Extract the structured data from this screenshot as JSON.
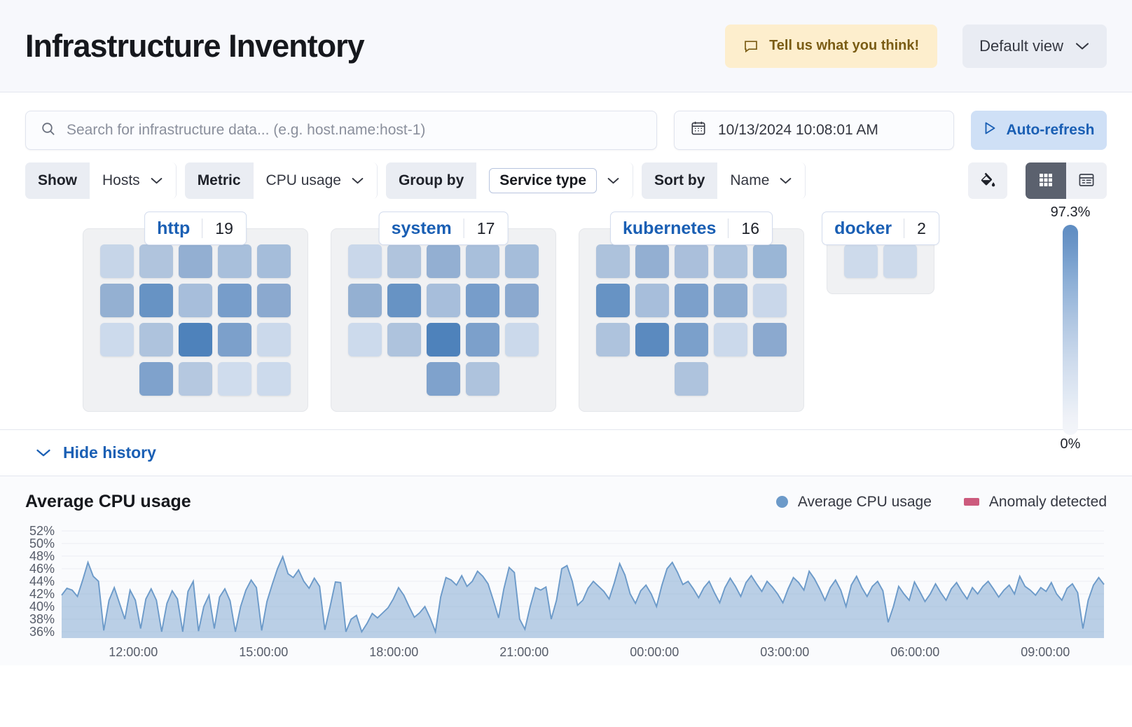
{
  "header": {
    "title": "Infrastructure Inventory",
    "feedback_label": "Tell us what you think!",
    "feedback_icon": "comment-icon",
    "view_label": "Default view",
    "view_icon": "chevron-down-icon"
  },
  "search": {
    "placeholder": "Search for infrastructure data... (e.g. host.name:host-1)",
    "value": "",
    "icon": "search-icon"
  },
  "datepicker": {
    "value": "10/13/2024 10:08:01 AM",
    "icon": "calendar-icon"
  },
  "autorefresh": {
    "label": "Auto-refresh",
    "icon": "play-icon"
  },
  "filters": [
    {
      "label": "Show",
      "value": "Hosts",
      "boxed": false
    },
    {
      "label": "Metric",
      "value": "CPU usage",
      "boxed": false
    },
    {
      "label": "Group by",
      "value": "Service type",
      "boxed": true
    },
    {
      "label": "Sort by",
      "value": "Name",
      "boxed": false
    }
  ],
  "toolbar": {
    "palette_icon": "color-fill-icon",
    "grid_view_icon": "grid-view-icon",
    "table_view_icon": "table-view-icon",
    "active_view": "grid"
  },
  "legend_scale": {
    "max_label": "97.3%",
    "min_label": "0%",
    "color_high": "#5e8cc2",
    "color_low": "#f4f6fa"
  },
  "history": {
    "toggle_label": "Hide history",
    "toggle_icon": "chevron-down-icon"
  },
  "groups": [
    {
      "name": "http",
      "count": "19",
      "rows": [
        [
          "#c6d5e8",
          "#b0c4dd",
          "#93afd2",
          "#a8bfdb",
          "#a5bdda"
        ],
        [
          "#94b0d2",
          "#6793c4",
          "#a7bedb",
          "#779dca",
          "#8ba9cf"
        ],
        [
          "#ccdaec",
          "#aec3dd",
          "#4e82bb",
          "#7ca0cb",
          "#cbd9eb"
        ],
        [
          null,
          "#7fa2cc",
          "#b5c8e0",
          "#cfdced",
          "#ccdaec"
        ]
      ]
    },
    {
      "name": "system",
      "count": "17",
      "rows": [
        [
          "#c9d7ea",
          "#b0c4dd",
          "#93afd2",
          "#a8bfdb",
          "#a5bdda"
        ],
        [
          "#94b0d2",
          "#6793c4",
          "#a7bedb",
          "#779dca",
          "#8ba9cf"
        ],
        [
          "#ccdaec",
          "#aec3dd",
          "#4e82bb",
          "#7ca0cb",
          "#cbd9eb"
        ],
        [
          null,
          null,
          "#7fa2cc",
          "#aec3dd",
          null
        ]
      ]
    },
    {
      "name": "kubernetes",
      "count": "16",
      "rows": [
        [
          "#adc2dc",
          "#93afd2",
          "#aabfdb",
          "#afc4de",
          "#9ab6d6"
        ],
        [
          "#6793c4",
          "#a7bedb",
          "#7ca0cb",
          "#8fadd1",
          "#c9d7ea"
        ],
        [
          "#aec3dd",
          "#5b8abf",
          "#7ba0cb",
          "#cbd9eb",
          "#8ba9cf"
        ],
        [
          null,
          null,
          "#aec3dd",
          null,
          null
        ]
      ]
    },
    {
      "name": "docker",
      "count": "2",
      "rows": [
        [
          "#cddaeb",
          "#cddaeb"
        ]
      ]
    }
  ],
  "chart_data": {
    "type": "area",
    "title": "Average CPU usage",
    "xlabel": "",
    "ylabel": "",
    "ylim": [
      35,
      53
    ],
    "grid": true,
    "legend_position": "top-right",
    "legend": [
      {
        "name": "Average CPU usage",
        "color": "#6c9ac9",
        "marker": "dot"
      },
      {
        "name": "Anomaly detected",
        "color": "#cc5a7d",
        "marker": "rect"
      }
    ],
    "ytick_labels": [
      "52%",
      "50%",
      "48%",
      "46%",
      "44%",
      "42%",
      "40%",
      "38%",
      "36%"
    ],
    "ytick_values": [
      52,
      50,
      48,
      46,
      44,
      42,
      40,
      38,
      36
    ],
    "xtick_labels": [
      "12:00:00",
      "15:00:00",
      "18:00:00",
      "21:00:00",
      "00:00:00",
      "03:00:00",
      "06:00:00",
      "09:00:00"
    ],
    "series": [
      {
        "name": "Average CPU usage",
        "color": "#6c9ac9",
        "values": [
          41.8,
          42.9,
          42.6,
          41.6,
          44.2,
          47.0,
          44.8,
          44.0,
          36.2,
          41.0,
          43.0,
          40.5,
          38.0,
          42.6,
          41.0,
          36.5,
          41.2,
          42.8,
          41.0,
          36.0,
          40.5,
          42.5,
          41.2,
          36.0,
          42.4,
          44.0,
          36.1,
          40.0,
          41.8,
          36.5,
          41.5,
          42.8,
          40.9,
          36.0,
          40.0,
          42.6,
          44.2,
          43.0,
          36.2,
          40.8,
          43.5,
          46.0,
          47.9,
          45.2,
          44.6,
          45.8,
          44.0,
          42.9,
          44.5,
          43.2,
          36.3,
          40.0,
          43.9,
          43.8,
          36.0,
          38.0,
          38.6,
          36.0,
          37.3,
          38.9,
          38.2,
          39.0,
          39.8,
          41.2,
          43.0,
          41.8,
          40.0,
          38.3,
          39.0,
          40.0,
          38.2,
          36.0,
          41.5,
          44.6,
          44.2,
          43.4,
          44.9,
          43.2,
          44.0,
          45.6,
          44.8,
          43.6,
          41.0,
          38.2,
          42.8,
          46.2,
          45.4,
          38.0,
          36.4,
          40.0,
          43.0,
          42.6,
          43.1,
          38.0,
          41.0,
          46.0,
          46.5,
          44.0,
          40.2,
          41.0,
          42.9,
          44.0,
          43.2,
          42.4,
          41.2,
          43.8,
          46.8,
          45.0,
          42.0,
          40.5,
          42.5,
          43.4,
          42.0,
          40.0,
          43.3,
          46.0,
          47.0,
          45.4,
          43.5,
          44.0,
          42.8,
          41.4,
          43.0,
          44.0,
          42.2,
          40.6,
          43.0,
          44.5,
          43.2,
          41.6,
          43.8,
          44.9,
          43.6,
          42.4,
          44.0,
          43.1,
          42.0,
          40.6,
          42.8,
          44.6,
          43.8,
          42.6,
          45.6,
          44.4,
          42.8,
          41.0,
          43.0,
          44.2,
          42.6,
          40.0,
          43.4,
          44.8,
          43.0,
          41.6,
          43.2,
          44.0,
          42.5,
          37.5,
          40.0,
          43.2,
          42.0,
          41.0,
          43.9,
          42.4,
          40.8,
          42.0,
          43.6,
          42.2,
          41.0,
          42.8,
          43.8,
          42.4,
          41.2,
          43.0,
          42.0,
          43.2,
          44.0,
          42.8,
          41.5,
          42.6,
          43.4,
          42.0,
          44.8,
          43.2,
          42.6,
          41.8,
          43.0,
          42.4,
          43.8,
          42.0,
          41.0,
          42.9,
          43.6,
          42.2,
          36.5,
          41.0,
          43.4,
          44.6,
          43.5
        ]
      }
    ],
    "anomalies": []
  }
}
